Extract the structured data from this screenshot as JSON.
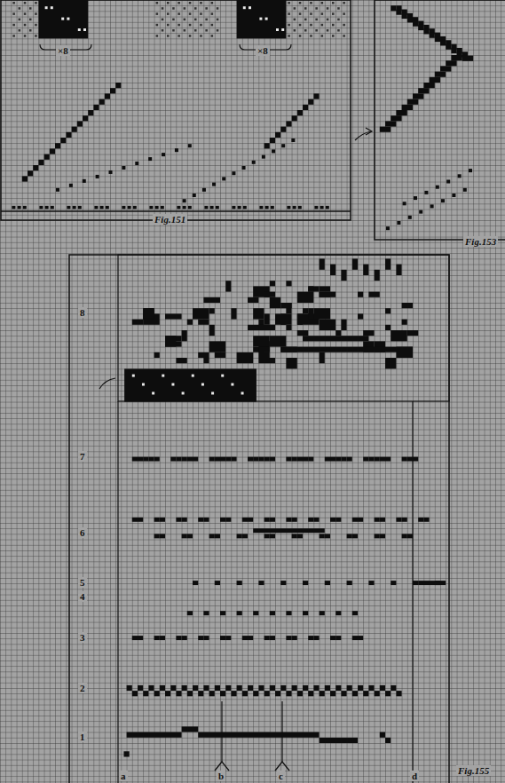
{
  "diagram": {
    "labels": [
      "×8",
      "×8",
      "Fig.151",
      "Fig.153",
      "8",
      "7",
      "6",
      "5",
      "4",
      "3",
      "2",
      "1",
      "a",
      "b",
      "c",
      "d",
      "Fig.155"
    ]
  }
}
